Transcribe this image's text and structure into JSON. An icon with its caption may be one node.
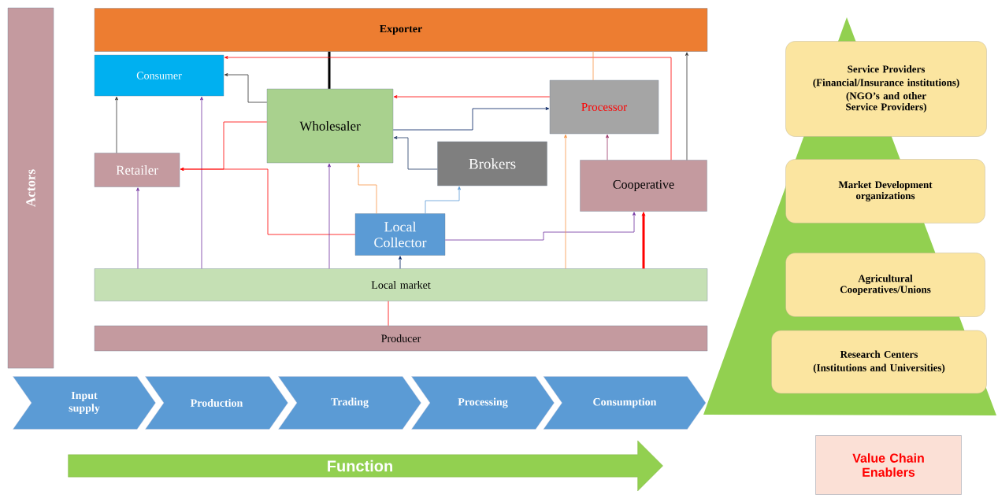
{
  "diagram": {
    "nodes": [
      {
        "text": [
          "Actors"
        ]
      },
      {
        "text": [
          "Exporter"
        ]
      },
      {
        "text": [
          "Consumer"
        ]
      },
      {
        "text": [
          "Wholesaler"
        ]
      },
      {
        "text": [
          "Processor"
        ]
      },
      {
        "text": [
          "Retailer"
        ]
      },
      {
        "text": [
          "Brokers"
        ]
      },
      {
        "text": [
          "Cooperative"
        ]
      },
      {
        "text": [
          "Local Collector"
        ]
      },
      {
        "text": [
          "Local market"
        ]
      },
      {
        "text": [
          "Producer"
        ]
      },
      {
        "text": [
          "Input supply"
        ]
      },
      {
        "text": [
          "Production"
        ]
      },
      {
        "text": [
          "Trading"
        ]
      },
      {
        "text": [
          "Processing"
        ]
      },
      {
        "text": [
          "Consumption"
        ]
      },
      {
        "text": [
          "Function"
        ]
      },
      {
        "text": [
          "Service Providers",
          "(Financial/Insurance institutions)",
          "(NGO’s and other Service Providers)"
        ]
      },
      {
        "text": [
          "Market Development organizations"
        ]
      },
      {
        "text": [
          "Agricultural Cooperatives/Unions"
        ]
      },
      {
        "text": [
          "Research Centers",
          "(Institutions and Universities)"
        ]
      },
      {
        "text": [
          "Value Chain Enablers"
        ]
      }
    ],
    "edges": [
      {
        "from": 3,
        "to": 1,
        "arrow": "none",
        "style": "thick",
        "color": "#000000"
      },
      {
        "from": 3,
        "to": 2,
        "arrow": "to",
        "color": "#333333"
      },
      {
        "from": 5,
        "to": 2,
        "arrow": "to",
        "color": "#333333"
      },
      {
        "from": 9,
        "to": 2,
        "arrow": "to",
        "color": "#7030a0"
      },
      {
        "from": 7,
        "to": 2,
        "arrow": "to"
      },
      {
        "from": 7,
        "to": 1,
        "arrow": "to",
        "color": "#333333"
      },
      {
        "from": 4,
        "to": 3,
        "arrow": "to"
      },
      {
        "from": 4,
        "to": 1,
        "arrow": "none",
        "color": "#f79646"
      },
      {
        "from": 3,
        "to": 4,
        "arrow": "to",
        "color": "#002060"
      },
      {
        "from": 6,
        "to": 3,
        "arrow": "to",
        "color": "#1f3864"
      },
      {
        "from": 3,
        "to": 5,
        "arrow": "to"
      },
      {
        "from": 8,
        "to": 5,
        "arrow": "to"
      },
      {
        "from": 9,
        "to": 5,
        "arrow": "to",
        "color": "#7030a0"
      },
      {
        "from": 9,
        "to": 3,
        "arrow": "to",
        "color": "#7030a0"
      },
      {
        "from": 8,
        "to": 3,
        "arrow": "to",
        "color": "#f79646"
      },
      {
        "from": 8,
        "to": 6,
        "arrow": "to",
        "color": "#5b9bd5"
      },
      {
        "from": 9,
        "to": 8,
        "arrow": "to",
        "color": "#002060"
      },
      {
        "from": 8,
        "to": 7,
        "arrow": "to",
        "color": "#7030a0"
      },
      {
        "from": 9,
        "to": 4,
        "arrow": "to",
        "color": "#f79646"
      },
      {
        "from": 9,
        "to": 7,
        "arrow": "to",
        "style": "thick"
      },
      {
        "from": 7,
        "to": 4,
        "arrow": "to",
        "color": "#993366"
      },
      {
        "from": 10,
        "to": 9,
        "arrow": "none"
      }
    ]
  }
}
